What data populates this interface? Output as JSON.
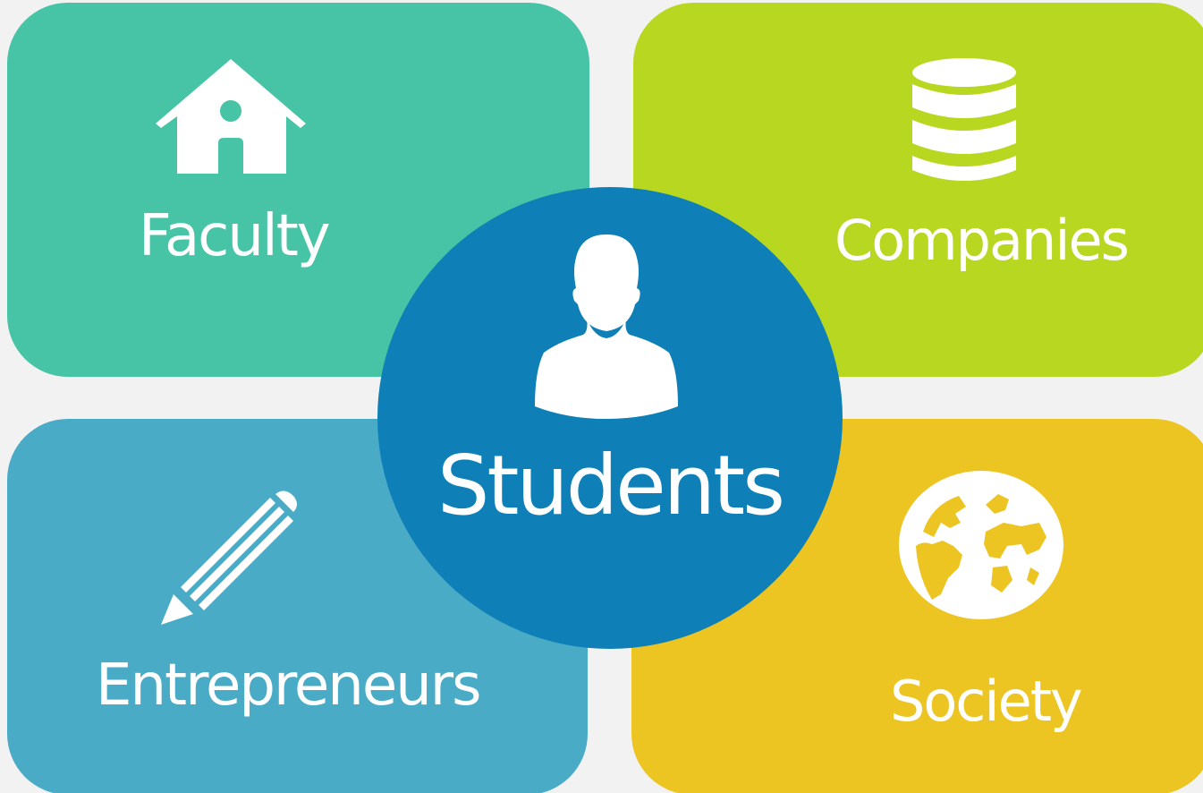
{
  "colors": {
    "background": "#f2f2f2",
    "faculty": "#47c3a5",
    "companies": "#b8d721",
    "entrepreneurs": "#4aabc7",
    "society": "#ecc523",
    "students": "#0f80b7",
    "text": "#ffffff"
  },
  "center": {
    "label": "Students",
    "icon": "person-icon"
  },
  "quadrants": {
    "faculty": {
      "label": "Faculty",
      "icon": "house-icon"
    },
    "companies": {
      "label": "Companies",
      "icon": "database-icon"
    },
    "entrepreneurs": {
      "label": "Entrepreneurs",
      "icon": "pencil-icon"
    },
    "society": {
      "label": "Society",
      "icon": "globe-icon"
    }
  }
}
